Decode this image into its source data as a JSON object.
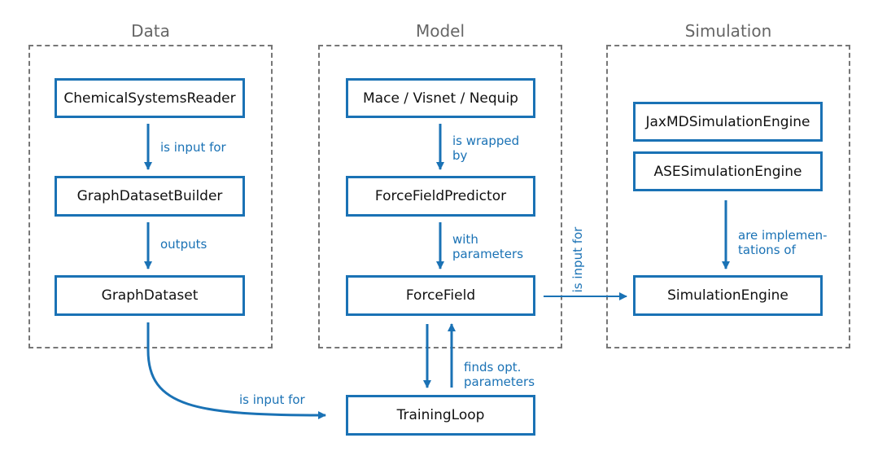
{
  "groups": {
    "data": "Data",
    "model": "Model",
    "simulation": "Simulation"
  },
  "nodes": {
    "chemical_systems_reader": "ChemicalSystemsReader",
    "graph_dataset_builder": "GraphDatasetBuilder",
    "graph_dataset": "GraphDataset",
    "mace_visnet_nequip": "Mace / Visnet / Nequip",
    "force_field_predictor": "ForceFieldPredictor",
    "force_field": "ForceField",
    "training_loop": "TrainingLoop",
    "jaxmd_simulation_engine": "JaxMDSimulationEngine",
    "ase_simulation_engine": "ASESimulationEngine",
    "simulation_engine": "SimulationEngine"
  },
  "edges": {
    "reader_to_builder": "is input for",
    "builder_to_dataset": "outputs",
    "dataset_to_training": "is input for",
    "mace_to_predictor_line1": "is wrapped",
    "mace_to_predictor_line2": "by",
    "predictor_to_forcefield_line1": "with",
    "predictor_to_forcefield_line2": "parameters",
    "training_to_forcefield_line1": "finds opt.",
    "training_to_forcefield_line2": "parameters",
    "forcefield_to_simulation": "is input for",
    "engines_to_simulation_line1": "are implemen-",
    "engines_to_simulation_line2": "tations of"
  },
  "colors": {
    "accent": "#1a72b5",
    "frame": "#777777",
    "group_title": "#666666"
  }
}
